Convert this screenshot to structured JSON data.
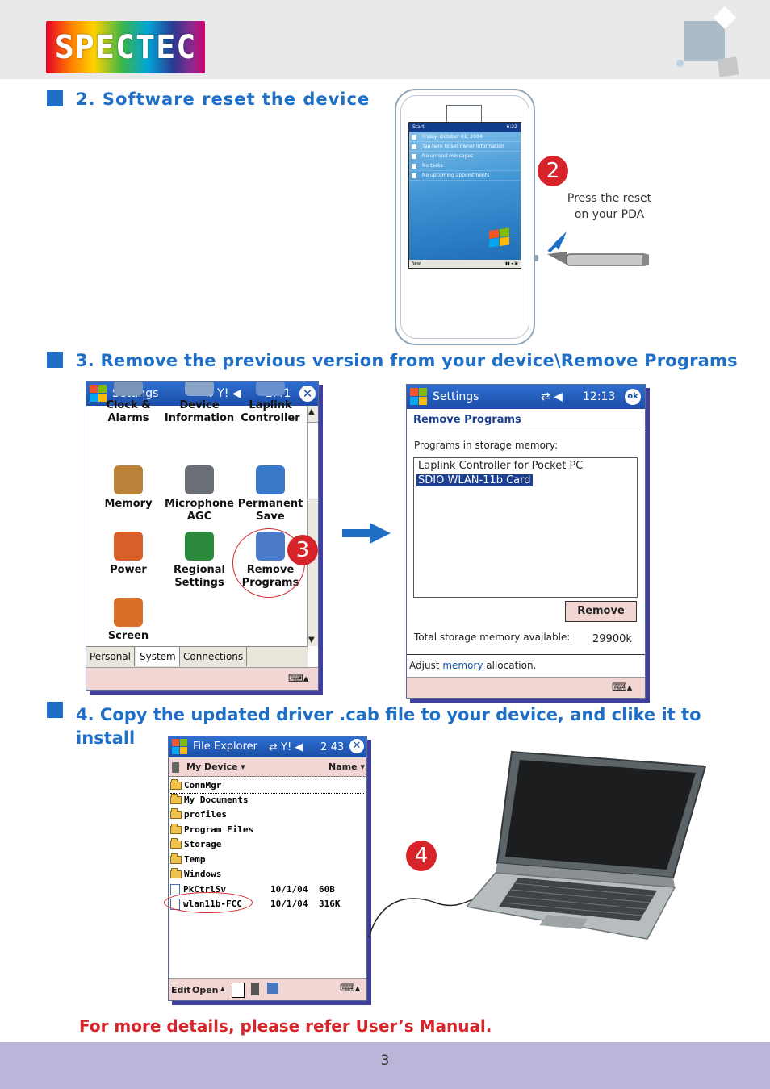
{
  "brand": {
    "logo_text": "SPECTEC"
  },
  "step2": {
    "heading": "2. Software reset the device",
    "pda": {
      "status_start": "Start",
      "status_time": "6:22",
      "today_lines": [
        "Friday, October 01, 2004",
        "Tap here to set owner information",
        "No unread messages",
        "No tasks",
        "No upcoming appointments"
      ],
      "bottom_left": "New"
    },
    "badge": "2",
    "note_line1": "Press the reset",
    "note_line2": "on your PDA"
  },
  "step3": {
    "heading": "3. Remove the previous version from your device\\Remove Programs",
    "settings_screen": {
      "title": "Settings",
      "time": "2:41",
      "items": [
        {
          "label1": "Clock &",
          "label2": "Alarms",
          "icon": "clock-icon"
        },
        {
          "label1": "Device",
          "label2": "Information",
          "icon": "device-info-icon"
        },
        {
          "label1": "Laplink",
          "label2": "Controller",
          "icon": "laplink-icon"
        },
        {
          "label1": "Memory",
          "label2": "",
          "icon": "memory-icon"
        },
        {
          "label1": "Microphone",
          "label2": "AGC",
          "icon": "microphone-icon"
        },
        {
          "label1": "Permanent",
          "label2": "Save",
          "icon": "permanent-save-icon"
        },
        {
          "label1": "Power",
          "label2": "",
          "icon": "power-icon"
        },
        {
          "label1": "Regional",
          "label2": "Settings",
          "icon": "globe-icon"
        },
        {
          "label1": "Remove",
          "label2": "Programs",
          "icon": "remove-programs-icon"
        },
        {
          "label1": "Screen",
          "label2": "",
          "icon": "screen-icon"
        }
      ],
      "tabs": [
        "Personal",
        "System",
        "Connections"
      ]
    },
    "badge": "3",
    "remove_screen": {
      "title": "Settings",
      "time": "12:13",
      "ok": "ok",
      "section": "Remove Programs",
      "list_label": "Programs in storage memory:",
      "programs": [
        "Laplink Controller for Pocket PC",
        "SDIO WLAN-11b Card"
      ],
      "remove_button": "Remove",
      "storage_label": "Total storage memory available:",
      "storage_value": "29900k",
      "adjust_prefix": "Adjust ",
      "adjust_link": "memory",
      "adjust_suffix": " allocation."
    }
  },
  "step4": {
    "heading_line1": "4. Copy the updated driver .cab file to your device, and clike it to",
    "heading_line2": "install",
    "explorer": {
      "title": "File Explorer",
      "time": "2:43",
      "location": "My Device",
      "sort": "Name",
      "rows": [
        {
          "name": "ConnMgr",
          "date": "",
          "size": ""
        },
        {
          "name": "My Documents",
          "date": "",
          "size": ""
        },
        {
          "name": "profiles",
          "date": "",
          "size": ""
        },
        {
          "name": "Program Files",
          "date": "",
          "size": ""
        },
        {
          "name": "Storage",
          "date": "",
          "size": ""
        },
        {
          "name": "Temp",
          "date": "",
          "size": ""
        },
        {
          "name": "Windows",
          "date": "",
          "size": ""
        },
        {
          "name": "PkCtrlSv",
          "date": "10/1/04",
          "size": "60B"
        },
        {
          "name": "wlan11b-FCC",
          "date": "10/1/04",
          "size": "316K"
        }
      ],
      "menu_edit": "Edit",
      "menu_open": "Open"
    },
    "badge": "4"
  },
  "footer": {
    "note": "For more details, please refer User’s Manual.",
    "page_number": "3"
  },
  "colors": {
    "heading_blue": "#1f6fc7",
    "badge_red": "#d7232a",
    "footer_band": "#bcb4d9",
    "note_red": "#d7232a"
  }
}
